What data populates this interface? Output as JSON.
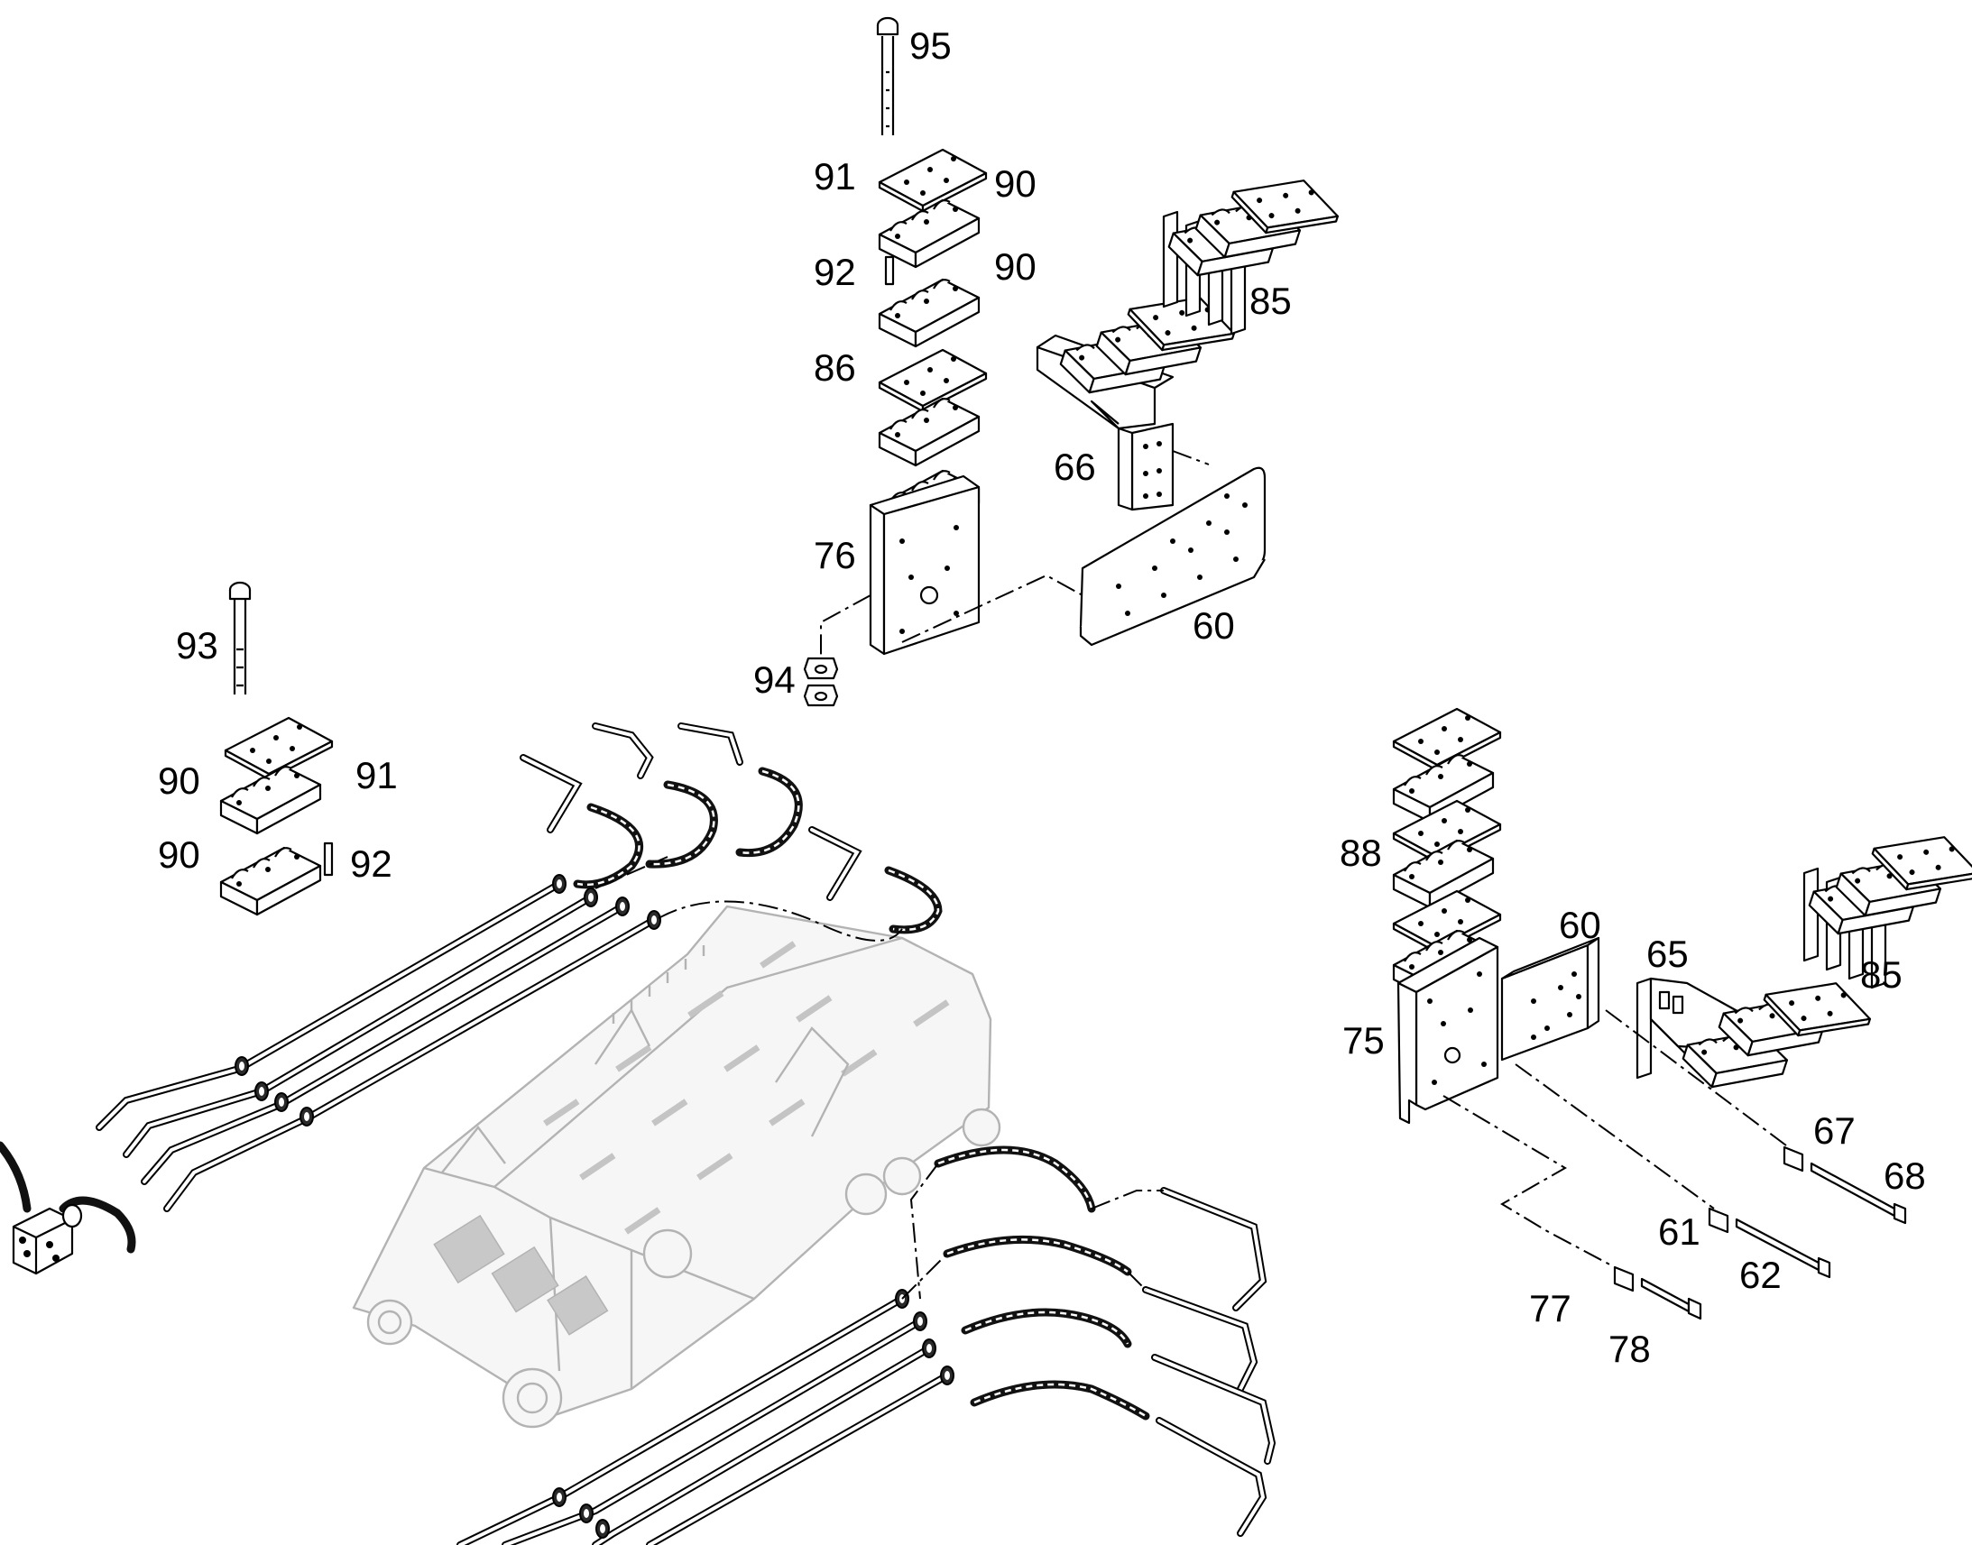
{
  "diagram": {
    "callouts": [
      "95",
      "91",
      "90",
      "92",
      "90",
      "86",
      "85",
      "66",
      "76",
      "60",
      "94",
      "93",
      "91",
      "90",
      "90",
      "92",
      "88",
      "60",
      "65",
      "85",
      "75",
      "67",
      "68",
      "61",
      "62",
      "77",
      "78"
    ]
  }
}
